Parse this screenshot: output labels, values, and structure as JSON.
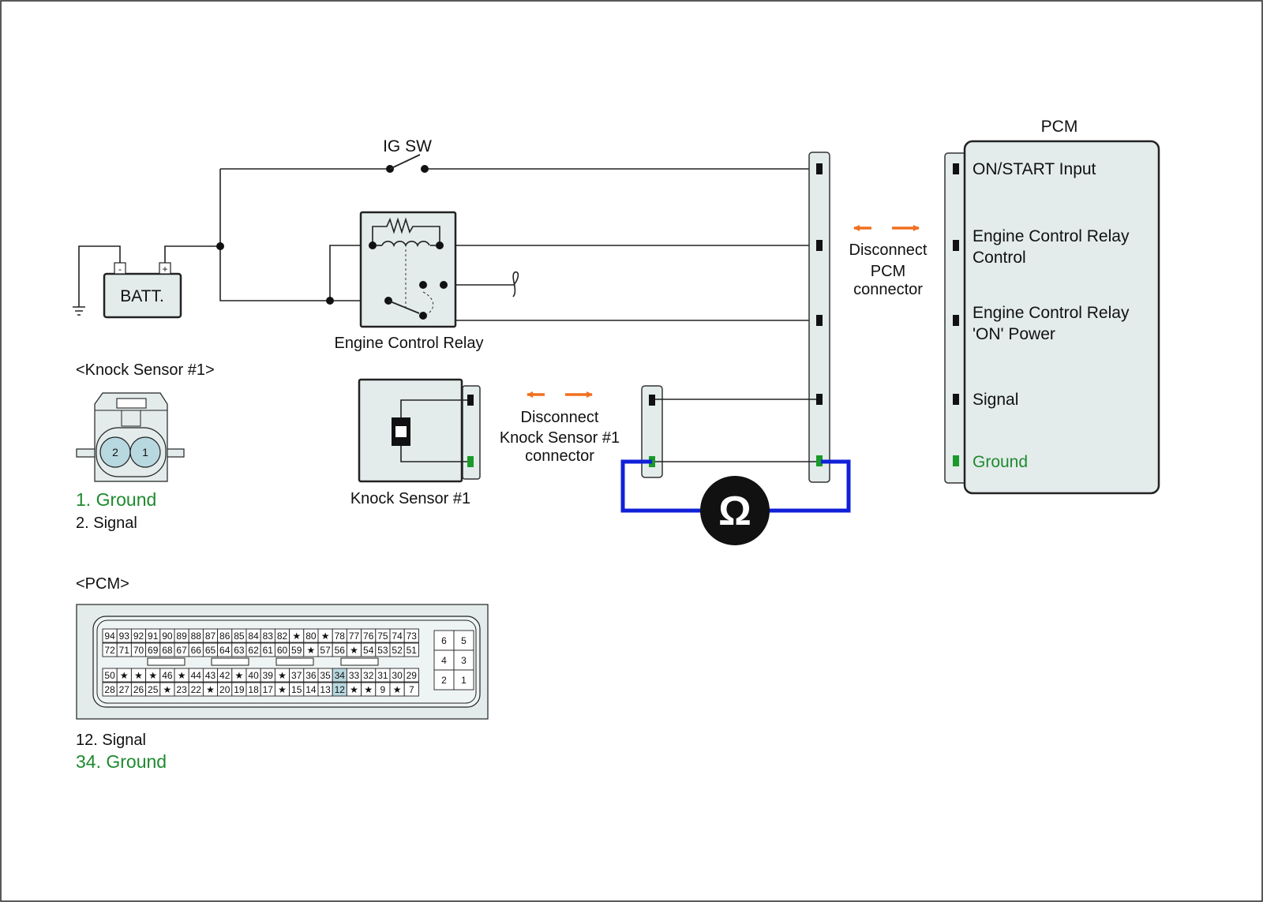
{
  "colors": {
    "ground_text": "#1e8a2e",
    "ground_pin": "#1a9a2a",
    "meter_lead": "#1020d8",
    "disconnect_arrow": "#f07020",
    "highlight_pin": "#b8d8e0",
    "box_fill": "#e3ebeb"
  },
  "power": {
    "ig_sw_label": "IG SW",
    "battery_label": "BATT.",
    "battery_minus": "-",
    "battery_plus": "+"
  },
  "relay": {
    "label": "Engine Control Relay"
  },
  "pcm": {
    "title": "PCM",
    "pins": [
      {
        "line1": "ON/START Input",
        "line2": ""
      },
      {
        "line1": "Engine Control Relay",
        "line2": "Control"
      },
      {
        "line1": "Engine Control Relay",
        "line2": "'ON' Power"
      },
      {
        "line1": "Signal",
        "line2": ""
      },
      {
        "line1": "Ground",
        "line2": ""
      }
    ]
  },
  "disconnect_pcm": {
    "line1": "Disconnect",
    "line2": "PCM",
    "line3": "connector"
  },
  "disconnect_ks": {
    "line1": "Disconnect",
    "line2": "Knock Sensor #1",
    "line3": "connector"
  },
  "knock_sensor": {
    "component_label": "Knock Sensor #1",
    "connector_title": "<Knock Sensor #1>",
    "connector_pins": [
      "2",
      "1"
    ],
    "legend": [
      "1. Ground",
      "2. Signal"
    ]
  },
  "meter": {
    "symbol": "Ω"
  },
  "pcm_connector": {
    "title": "<PCM>",
    "rows": [
      [
        "94",
        "93",
        "92",
        "91",
        "90",
        "89",
        "88",
        "87",
        "86",
        "85",
        "84",
        "83",
        "82",
        "★",
        "80",
        "★",
        "78",
        "77",
        "76",
        "75",
        "74",
        "73"
      ],
      [
        "72",
        "71",
        "70",
        "69",
        "68",
        "67",
        "66",
        "65",
        "64",
        "63",
        "62",
        "61",
        "60",
        "59",
        "★",
        "57",
        "56",
        "★",
        "54",
        "53",
        "52",
        "51"
      ],
      [
        "50",
        "★",
        "★",
        "★",
        "46",
        "★",
        "44",
        "43",
        "42",
        "★",
        "40",
        "39",
        "★",
        "37",
        "36",
        "35",
        "34",
        "33",
        "32",
        "31",
        "30",
        "29"
      ],
      [
        "28",
        "27",
        "26",
        "25",
        "★",
        "23",
        "22",
        "★",
        "20",
        "19",
        "18",
        "17",
        "★",
        "15",
        "14",
        "13",
        "12",
        "★",
        "★",
        "9",
        "★",
        "7"
      ]
    ],
    "small_block": [
      [
        "6",
        "5"
      ],
      [
        "4",
        "3"
      ],
      [
        "2",
        "1"
      ]
    ],
    "highlighted": [
      "34",
      "12"
    ],
    "legend": [
      "12. Signal",
      "34. Ground"
    ]
  }
}
